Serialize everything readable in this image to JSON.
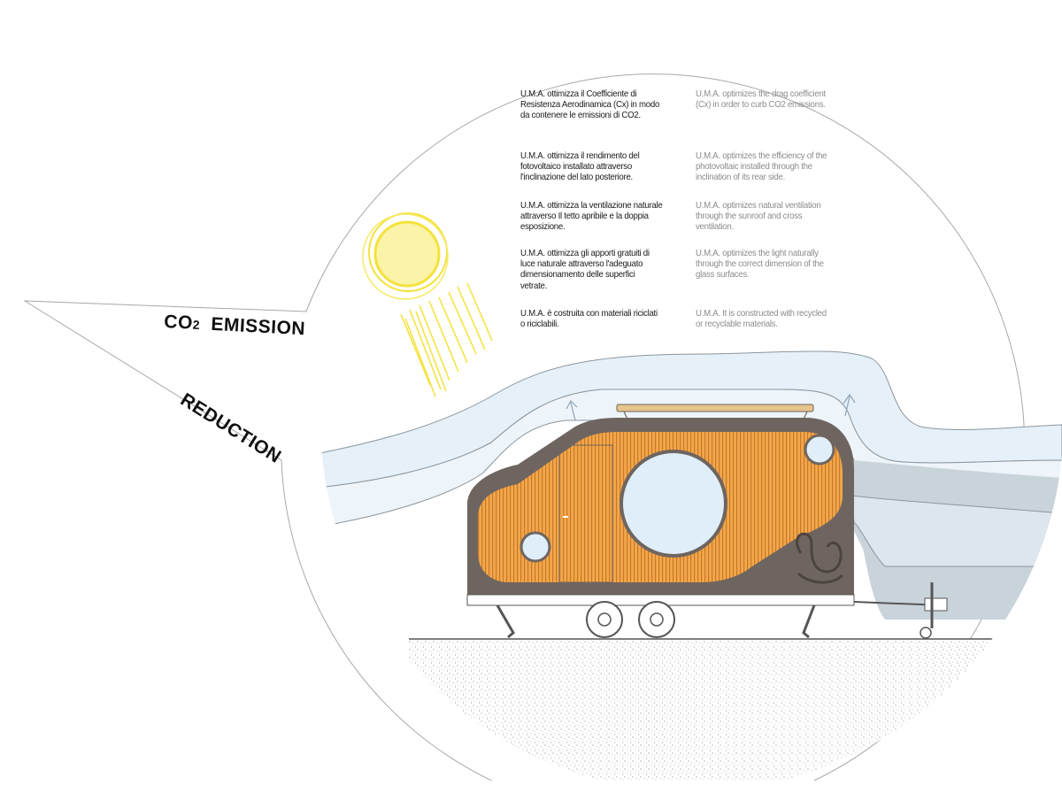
{
  "headline": {
    "co2_prefix": "CO",
    "co2_subscript": "2",
    "emission": "EMISSION",
    "reduction": "REDUCTION"
  },
  "paragraphs": [
    {
      "it": "U.M.A. ottimizza il Coefficiente di Resistenza Aerodinamica (Cx) in modo da contenere le emissioni di CO2.",
      "en": "U.M.A. optimizes the drag coefficient (Cx) in order to curb CO2 emissions."
    },
    {
      "it": "U.M.A. ottimizza il rendimento del fotovoltaico installato attraverso l'inclinazione del lato posteriore.",
      "en": "U.M.A. optimizes the efficiency of the photovoltaic installed through the inclination of its rear side."
    },
    {
      "it": "U.M.A. ottimizza la ventilazione naturale attraverso Il tetto apribile e la doppia esposizione.",
      "en": "U.M.A. optimizes natural ventilation through the sunroof and cross ventilation."
    },
    {
      "it": "U.M.A. ottimizza gli apporti gratuiti di luce naturale attraverso l'adeguato dimensionamento delle superfici vetrate.",
      "en": "U.M.A. optimizes the light naturally through the correct dimension of the glass surfaces."
    },
    {
      "it": "U.M.A. è costruita con materiali riciclati o riciclabili.",
      "en": "U.M.A. It is constructed with recycled or recyclable materials."
    }
  ],
  "icons": {
    "sun": "sun-icon",
    "swan_logo": "swan-logo-icon"
  },
  "colors": {
    "wood": "#f2a84a",
    "wood_stripe": "#c9772a",
    "frame": "#6e6560",
    "window": "#dfeef8",
    "airflow": "#e4eff8",
    "sun": "#f4e23a"
  }
}
